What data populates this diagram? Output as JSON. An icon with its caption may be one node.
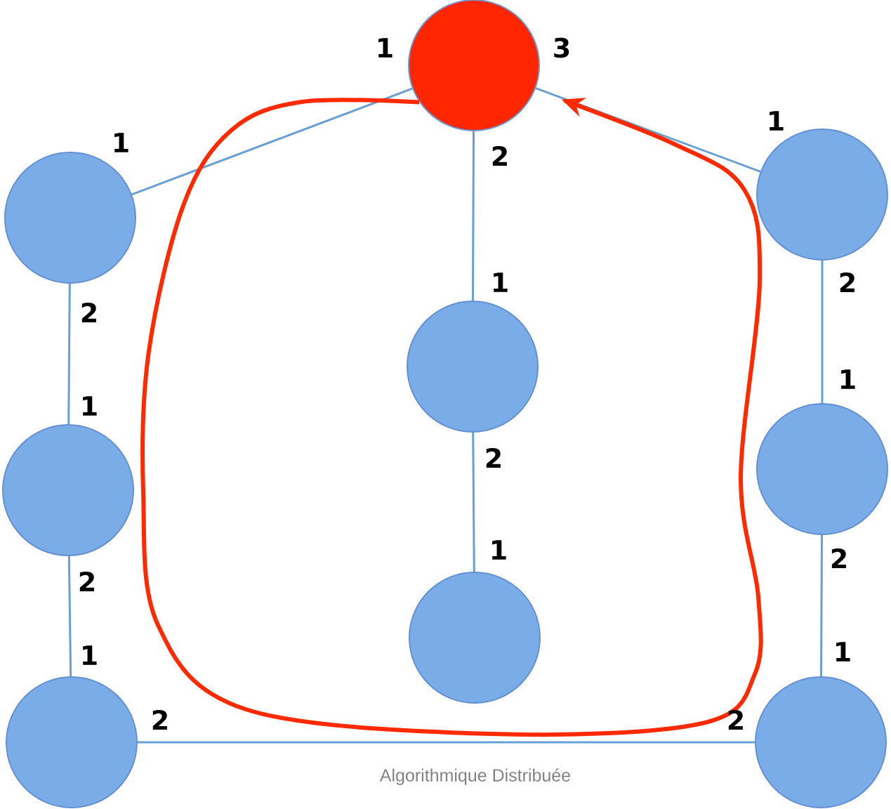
{
  "diagram": {
    "caption": "Algorithmique Distribuée",
    "nodes": [
      {
        "text": [],
        "shape": "circle"
      },
      {
        "text": [],
        "shape": "circle"
      },
      {
        "text": [],
        "shape": "circle"
      },
      {
        "text": [],
        "shape": "circle"
      },
      {
        "text": [],
        "shape": "circle"
      },
      {
        "text": [],
        "shape": "circle"
      },
      {
        "text": [],
        "shape": "circle"
      },
      {
        "text": [],
        "shape": "circle"
      },
      {
        "text": [],
        "shape": "circle"
      }
    ],
    "edges": [
      {
        "from": 0,
        "to": 1,
        "arrow": "none"
      },
      {
        "from": 0,
        "to": 4,
        "arrow": "none"
      },
      {
        "from": 0,
        "to": 6,
        "arrow": "none"
      },
      {
        "from": 1,
        "to": 2,
        "arrow": "none"
      },
      {
        "from": 2,
        "to": 3,
        "arrow": "none"
      },
      {
        "from": 3,
        "to": 8,
        "arrow": "none"
      },
      {
        "from": 4,
        "to": 5,
        "arrow": "none"
      },
      {
        "from": 6,
        "to": 7,
        "arrow": "none"
      },
      {
        "from": 7,
        "to": 8,
        "arrow": "none"
      },
      {
        "from": 0,
        "to": 0,
        "arrow": "to",
        "style": "thick",
        "color": "#ff2a00"
      }
    ],
    "labels": [
      "1",
      "3",
      "1",
      "1",
      "2",
      "2",
      "1",
      "2",
      "1",
      "1",
      "2",
      "2",
      "1",
      "2",
      "1",
      "1",
      "2",
      "2"
    ]
  }
}
